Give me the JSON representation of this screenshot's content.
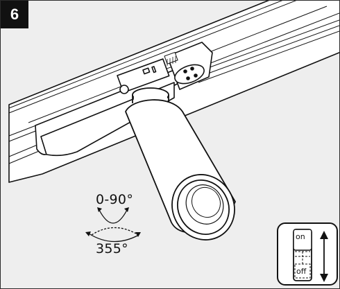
{
  "step": {
    "number": "6"
  },
  "rotation": {
    "tilt_label": "0-90°",
    "pan_label": "355°"
  },
  "switch": {
    "on_label": "on",
    "off_label": "off"
  },
  "colors": {
    "background": "#eeeeee",
    "line": "#111111",
    "badge": "#111111",
    "badge_text": "#ffffff"
  }
}
